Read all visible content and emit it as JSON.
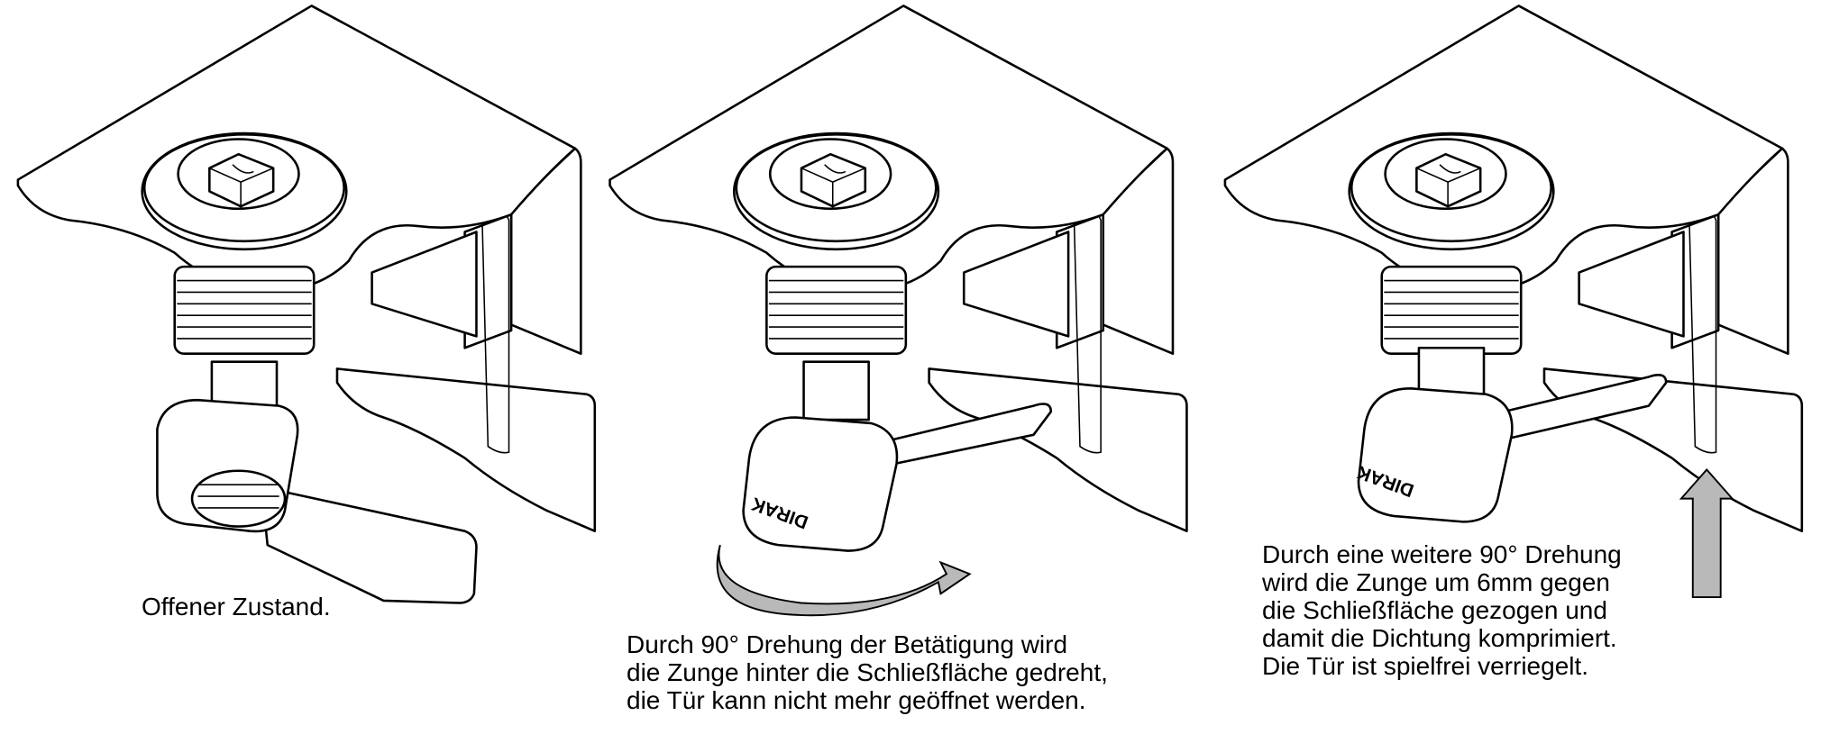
{
  "logo_text": "DIRAK",
  "panels": [
    {
      "caption": "Offener Zustand."
    },
    {
      "caption_lines": [
        "Durch 90° Drehung der Betätigung wird",
        "die Zunge hinter die Schließfläche gedreht,",
        "die Tür kann nicht mehr geöffnet werden."
      ]
    },
    {
      "caption_lines": [
        "Durch eine weitere 90° Drehung",
        "wird die Zunge um 6mm gegen",
        "die Schließfläche gezogen und",
        "damit die Dichtung komprimiert.",
        "Die Tür ist spielfrei verriegelt."
      ]
    }
  ],
  "colors": {
    "arrow": "#b9b9b9",
    "line": "#000000"
  }
}
